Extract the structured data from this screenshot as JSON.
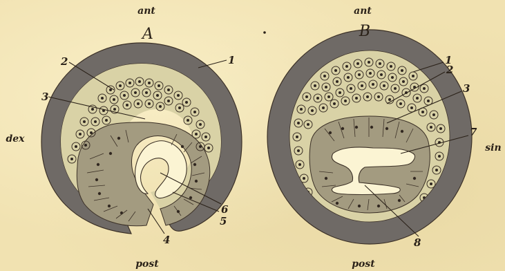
{
  "colors": {
    "paper": "#f1e2b1",
    "capsule": "#6f6a66",
    "mesenchyme": "#d9d2a6",
    "epithelium": "#a39b80",
    "cell_outline": "#3b3026",
    "nucleus": "#2e2620",
    "lumen": "#fbf4d3",
    "ink": "#2a2118"
  },
  "orientation": {
    "ant_left": "ant",
    "ant_right": "ant",
    "post_left": "post",
    "post_right": "post",
    "dex": "dex",
    "sin": "sin"
  },
  "panels": {
    "a": {
      "label": "A",
      "callouts": [
        "1",
        "2",
        "3",
        "4",
        "5",
        "6"
      ]
    },
    "b": {
      "label": "B",
      "callouts": [
        "1",
        "2",
        "3",
        "7",
        "8"
      ]
    }
  }
}
